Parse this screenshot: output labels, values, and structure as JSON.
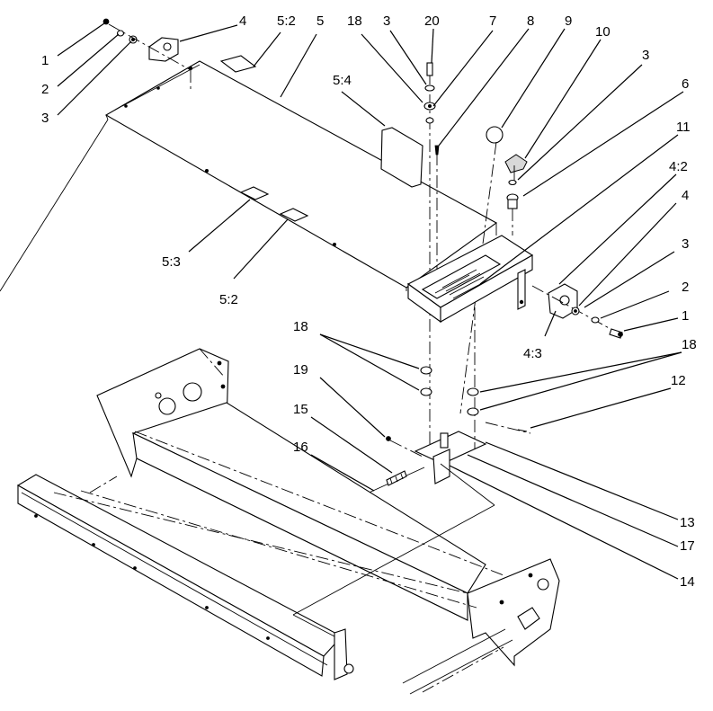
{
  "diagram": {
    "callouts": [
      {
        "id": "c1a",
        "text": "1"
      },
      {
        "id": "c2a",
        "text": "2"
      },
      {
        "id": "c3a",
        "text": "3"
      },
      {
        "id": "c4a",
        "text": "4"
      },
      {
        "id": "c52a",
        "text": "5:2"
      },
      {
        "id": "c5",
        "text": "5"
      },
      {
        "id": "c18a",
        "text": "18"
      },
      {
        "id": "c3b",
        "text": "3"
      },
      {
        "id": "c20",
        "text": "20"
      },
      {
        "id": "c7",
        "text": "7"
      },
      {
        "id": "c8",
        "text": "8"
      },
      {
        "id": "c9",
        "text": "9"
      },
      {
        "id": "c10",
        "text": "10"
      },
      {
        "id": "c3c",
        "text": "3"
      },
      {
        "id": "c6",
        "text": "6"
      },
      {
        "id": "c54",
        "text": "5:4"
      },
      {
        "id": "c11",
        "text": "11"
      },
      {
        "id": "c42",
        "text": "4:2"
      },
      {
        "id": "c4b",
        "text": "4"
      },
      {
        "id": "c3d",
        "text": "3"
      },
      {
        "id": "c2b",
        "text": "2"
      },
      {
        "id": "c1b",
        "text": "1"
      },
      {
        "id": "c53",
        "text": "5:3"
      },
      {
        "id": "c52b",
        "text": "5:2"
      },
      {
        "id": "c43",
        "text": "4:3"
      },
      {
        "id": "c18b",
        "text": "18"
      },
      {
        "id": "c18c",
        "text": "18"
      },
      {
        "id": "c19",
        "text": "19"
      },
      {
        "id": "c12",
        "text": "12"
      },
      {
        "id": "c15",
        "text": "15"
      },
      {
        "id": "c16",
        "text": "16"
      },
      {
        "id": "c13",
        "text": "13"
      },
      {
        "id": "c17",
        "text": "17"
      },
      {
        "id": "c14",
        "text": "14"
      }
    ]
  }
}
